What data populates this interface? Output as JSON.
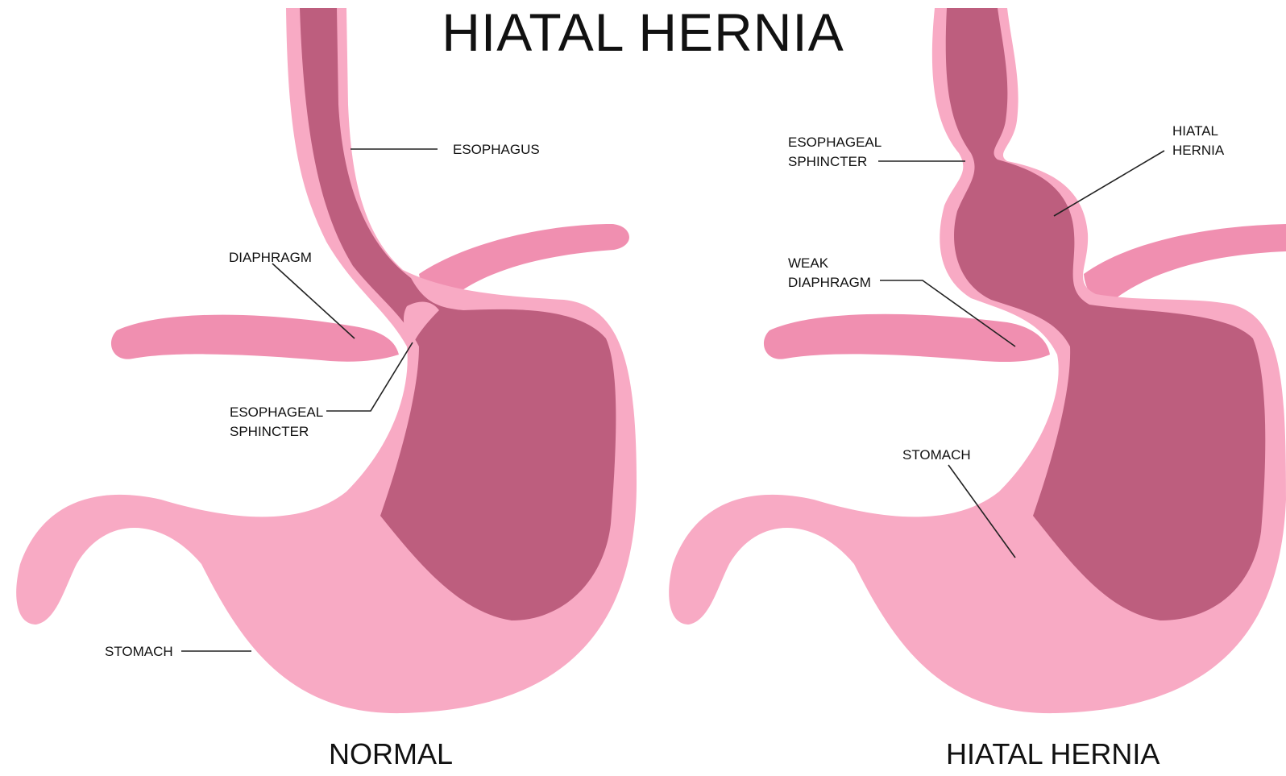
{
  "title": "HIATAL HERNIA",
  "normal": {
    "caption": "NORMAL",
    "labels": {
      "esophagus": "ESOPHAGUS",
      "diaphragm": "DIAPHRAGM",
      "esophageal_sphincter": "ESOPHAGEAL\nSPHINCTER",
      "stomach": "STOMACH"
    }
  },
  "hernia": {
    "caption": "HIATAL HERNIA",
    "labels": {
      "esophageal_sphincter": "ESOPHAGEAL\nSPHINCTER",
      "hiatal_hernia": "HIATAL\nHERNIA",
      "weak_diaphragm": "WEAK\nDIAPHRAGM",
      "stomach": "STOMACH"
    }
  },
  "colors": {
    "light_pink": "#f8aac4",
    "mid_pink": "#f08fb0",
    "dark_mauve": "#bd5e7e",
    "inner_shadow": "#a84d6d",
    "leader_line": "#222222"
  }
}
